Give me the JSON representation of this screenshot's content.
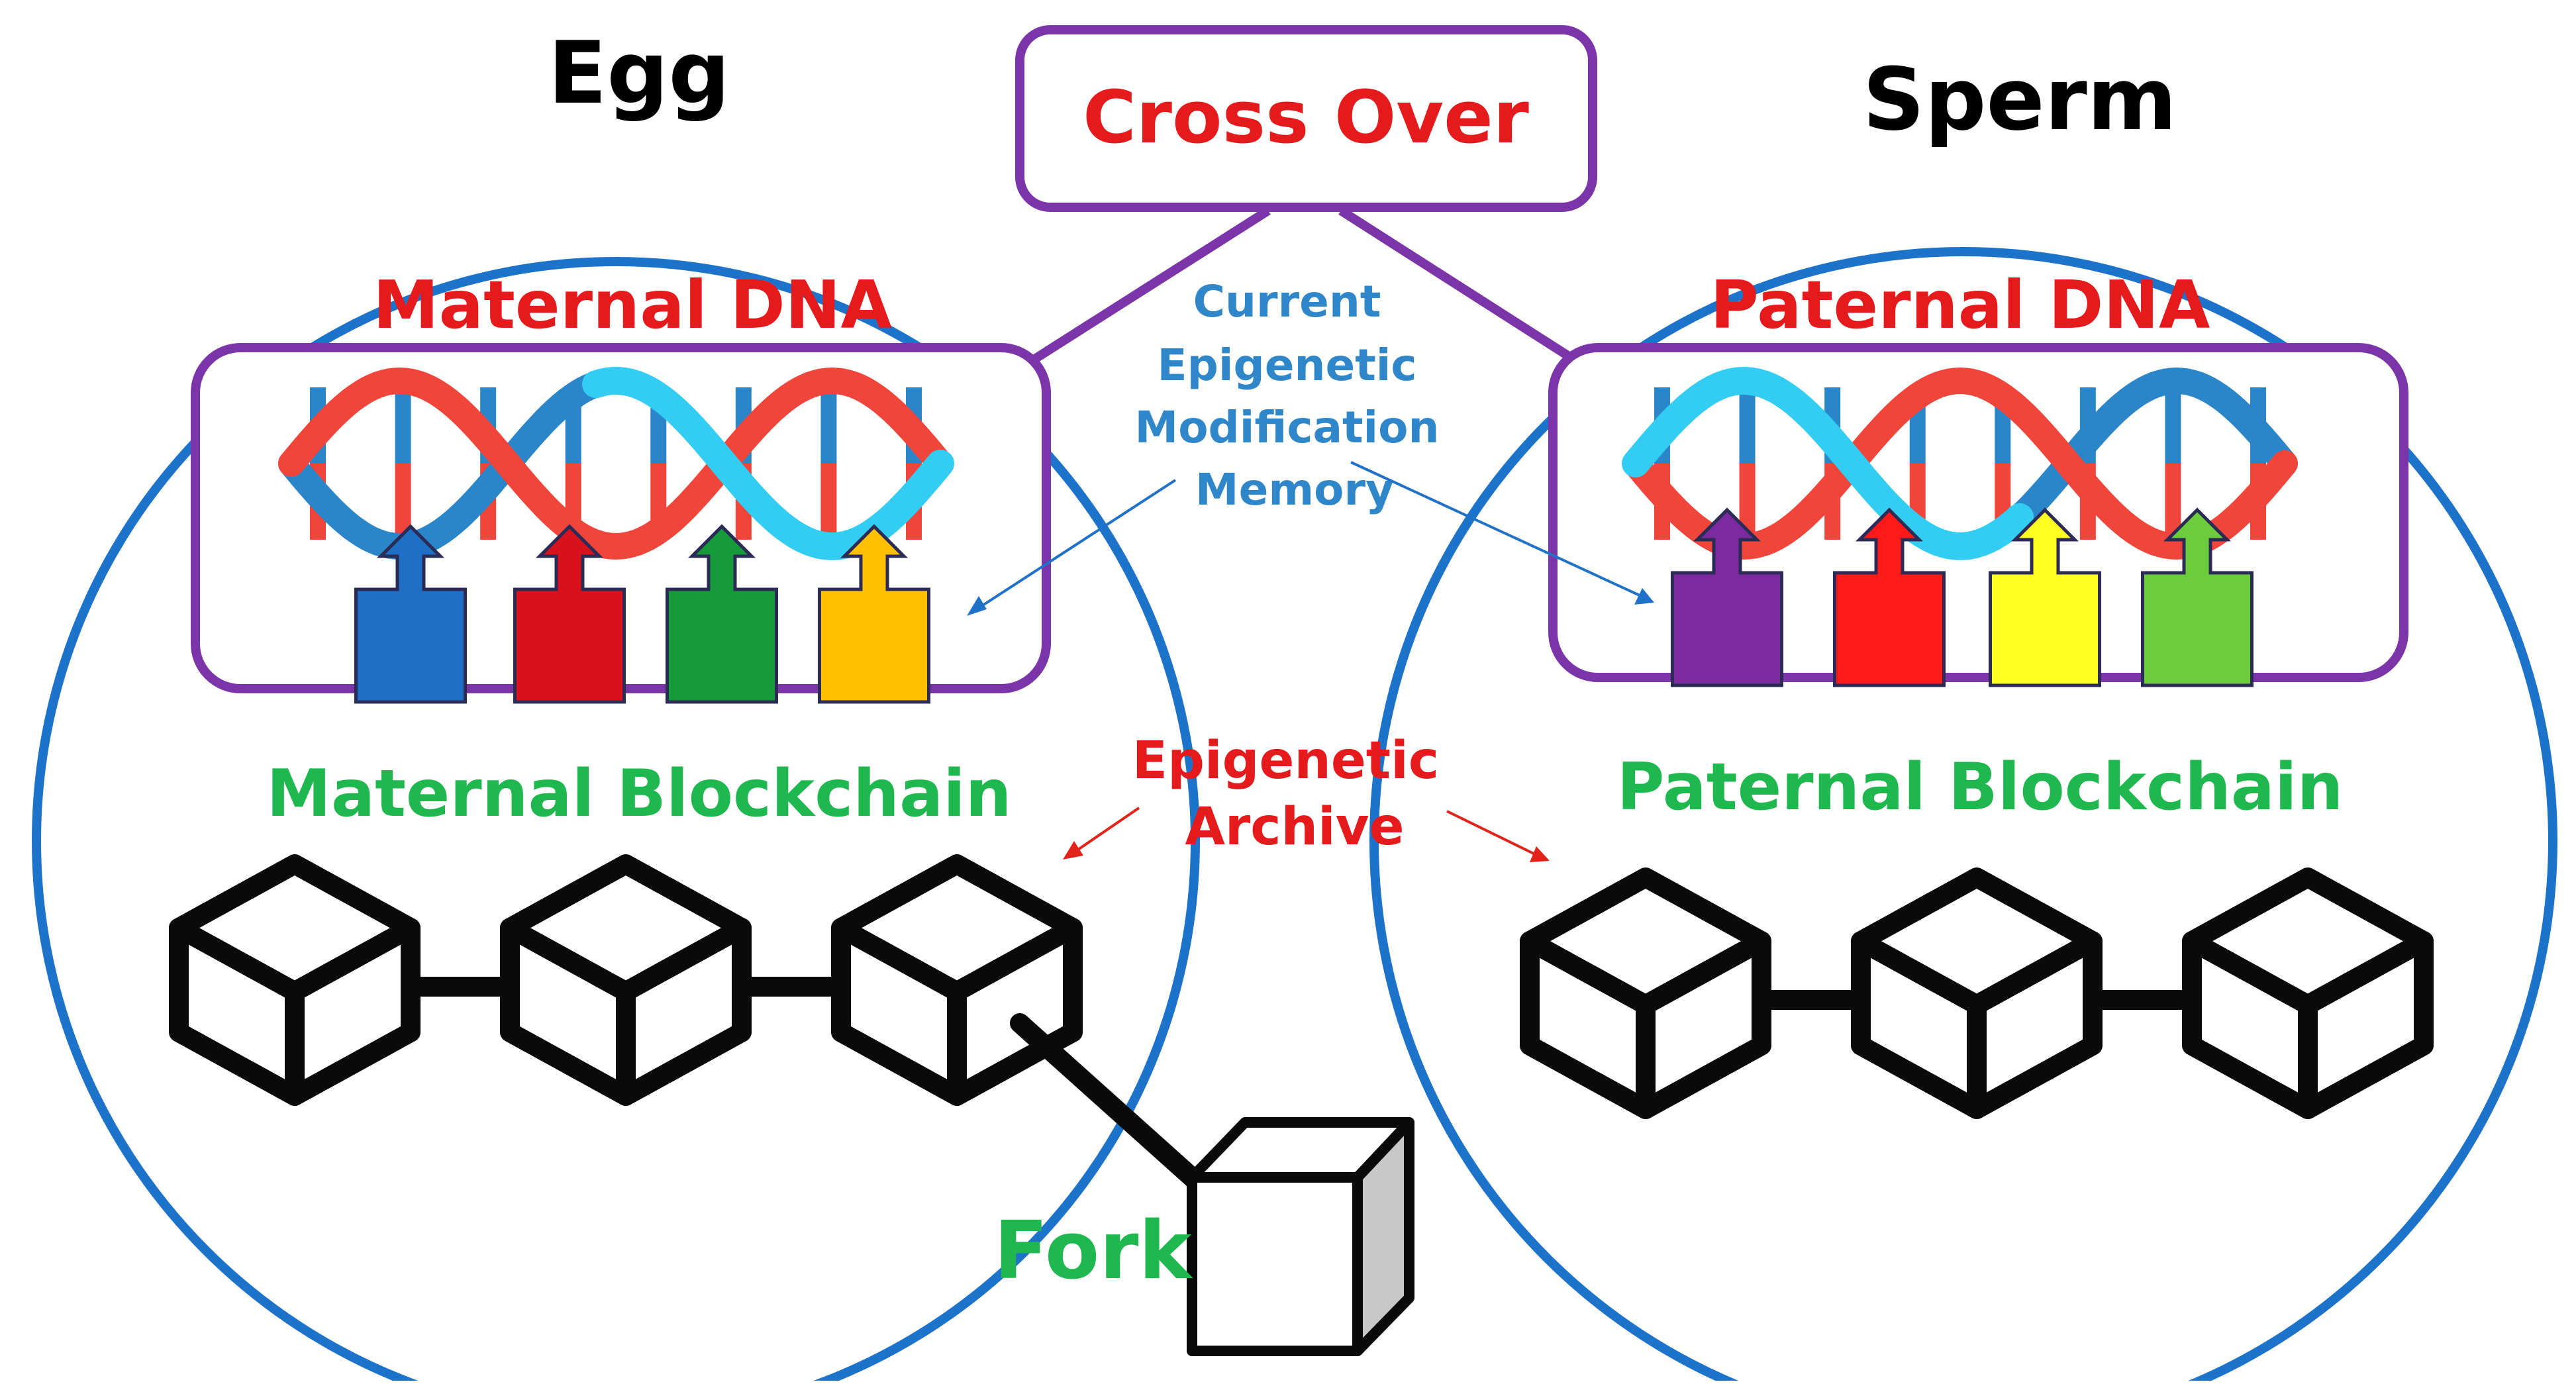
{
  "labels": {
    "egg": "Egg",
    "sperm": "Sperm",
    "crossover": "Cross Over",
    "maternal_dna": "Maternal DNA",
    "paternal_dna": "Paternal DNA",
    "memory_lines": [
      "Current",
      "Epigenetic",
      "Modification",
      "Memory"
    ],
    "archive_lines": [
      "Epigenetic",
      "Archive"
    ],
    "maternal_blockchain": "Maternal Blockchain",
    "paternal_blockchain": "Paternal Blockchain",
    "fork": "Fork"
  },
  "colors": {
    "circle": "#1d73c9",
    "crossover_box": "#7c35a8",
    "title_text": "#000000",
    "red_text": "#e41a1c",
    "green_text": "#1fb84e",
    "blue_text": "#2f87c9",
    "dna_red": "#f0453a",
    "dna_blue": "#2a86c8",
    "dna_cyan": "#33ccf2",
    "maternal_tags": [
      "#1f6fc6",
      "#d9111a",
      "#159b3a",
      "#ffc000"
    ],
    "paternal_tags": [
      "#7b2aa0",
      "#ff1a1a",
      "#ffff22",
      "#6ccc3c"
    ]
  },
  "icons": {
    "strand": "dna-double-helix-icon",
    "tag": "up-arrow-tag-icon",
    "block": "cube-block-icon",
    "fork_block": "shaded-cube-icon"
  }
}
